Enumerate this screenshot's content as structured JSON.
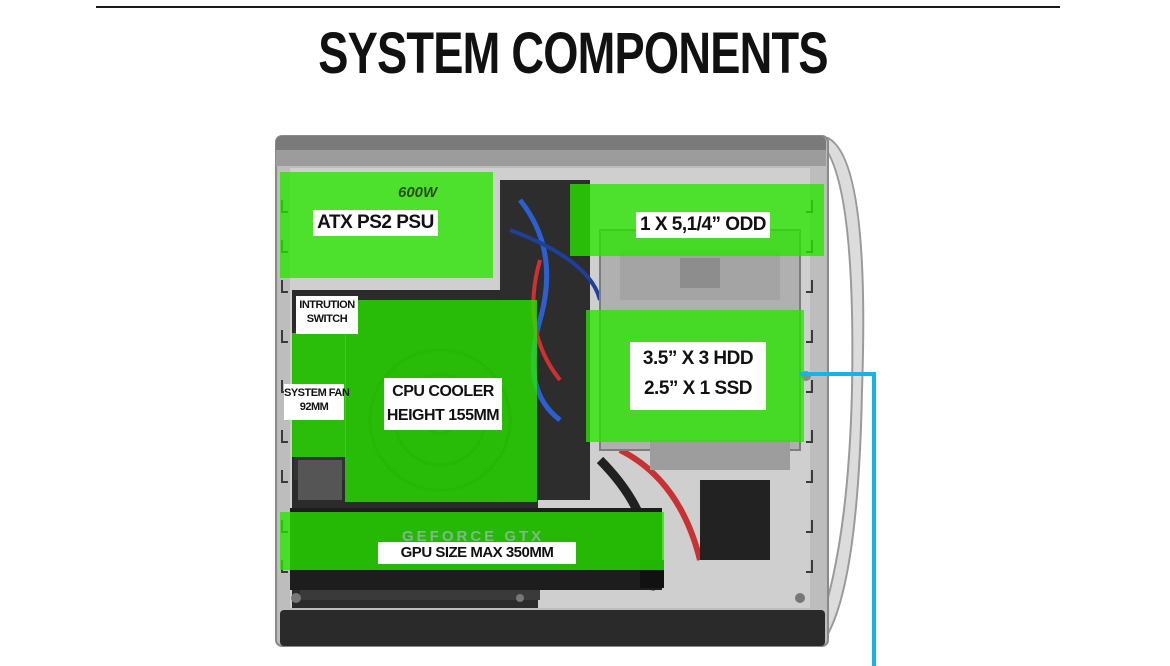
{
  "header": {
    "title": "SYSTEM COMPONENTS"
  },
  "components": {
    "psu": "ATX PS2 PSU",
    "psu_rating": "600W",
    "odd": "1 X 5,1/4” ODD",
    "intrusion_line1": "INTRUTION",
    "intrusion_line2": "SWITCH",
    "fan_line1": "SYSTEM FAN",
    "fan_line2": "92MM",
    "cooler_line1": "CPU COOLER",
    "cooler_line2": "HEIGHT 155MM",
    "drives_line1": "3.5” X 3 HDD",
    "drives_line2": "2.5” X 1 SSD",
    "gpu": "GPU SIZE MAX 350MM",
    "gpu_brand": "GEFORCE GTX"
  },
  "colors": {
    "highlight": "#28e600",
    "cable": "#16b4e6",
    "chassis": "#c8c8c8"
  }
}
